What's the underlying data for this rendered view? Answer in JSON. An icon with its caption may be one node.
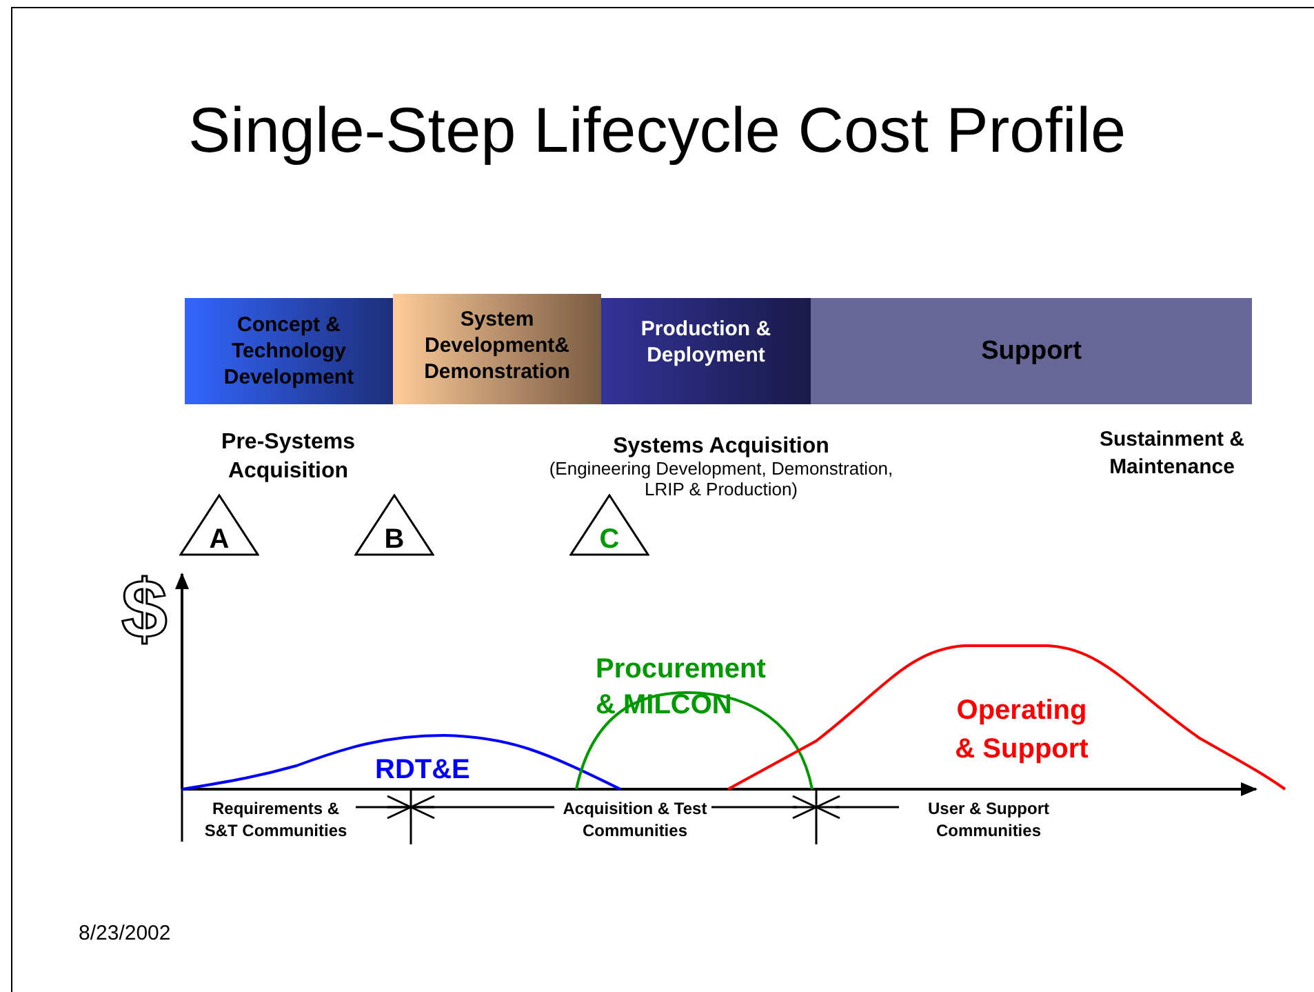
{
  "diagram": {
    "title": "Single-Step Lifecycle Cost Profile",
    "nodes": [
      {
        "text": [
          "Concept & Technology Development"
        ]
      },
      {
        "text": [
          "System Development& Demonstration"
        ]
      },
      {
        "text": [
          "Production & Deployment"
        ]
      },
      {
        "text": [
          "Support"
        ]
      },
      {
        "text": [
          "A"
        ]
      },
      {
        "text": [
          "B"
        ]
      },
      {
        "text": [
          "C"
        ]
      }
    ],
    "labels": [
      "Pre-Systems Acquisition",
      "Systems Acquisition",
      "(Engineering Development, Demonstration, LRIP & Production)",
      "Sustainment & Maintenance",
      "$",
      "Procurement & MILCON",
      "Operating & Support",
      "RDT&E",
      "Requirements & S&T Communities",
      "Acquisition & Test Communities",
      "User & Support Communities",
      "8/23/2002"
    ]
  }
}
